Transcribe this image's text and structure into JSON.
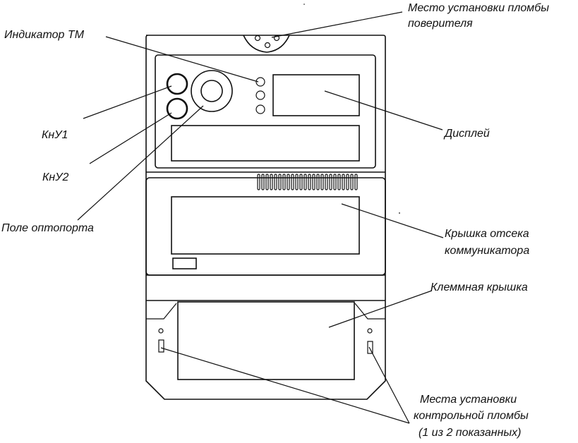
{
  "labels": {
    "seal_verifier_1": "Место установки  пломбы",
    "seal_verifier_2": "поверителя",
    "indicator_tm": "Индикатор ТМ",
    "knu1": "КнУ1",
    "knu2": "КнУ2",
    "optoport_field": "Поле оптопорта",
    "display": "Дисплей",
    "comm_cover_1": "Крышка отсека",
    "comm_cover_2": "коммуникатора",
    "terminal_cover": "Клеммная крышка",
    "control_seal_1": "Места установки",
    "control_seal_2": "контрольной пломбы",
    "control_seal_3": "(1 из 2 показанных)"
  },
  "colors": {
    "ink": "#111111",
    "background": "#ffffff"
  }
}
